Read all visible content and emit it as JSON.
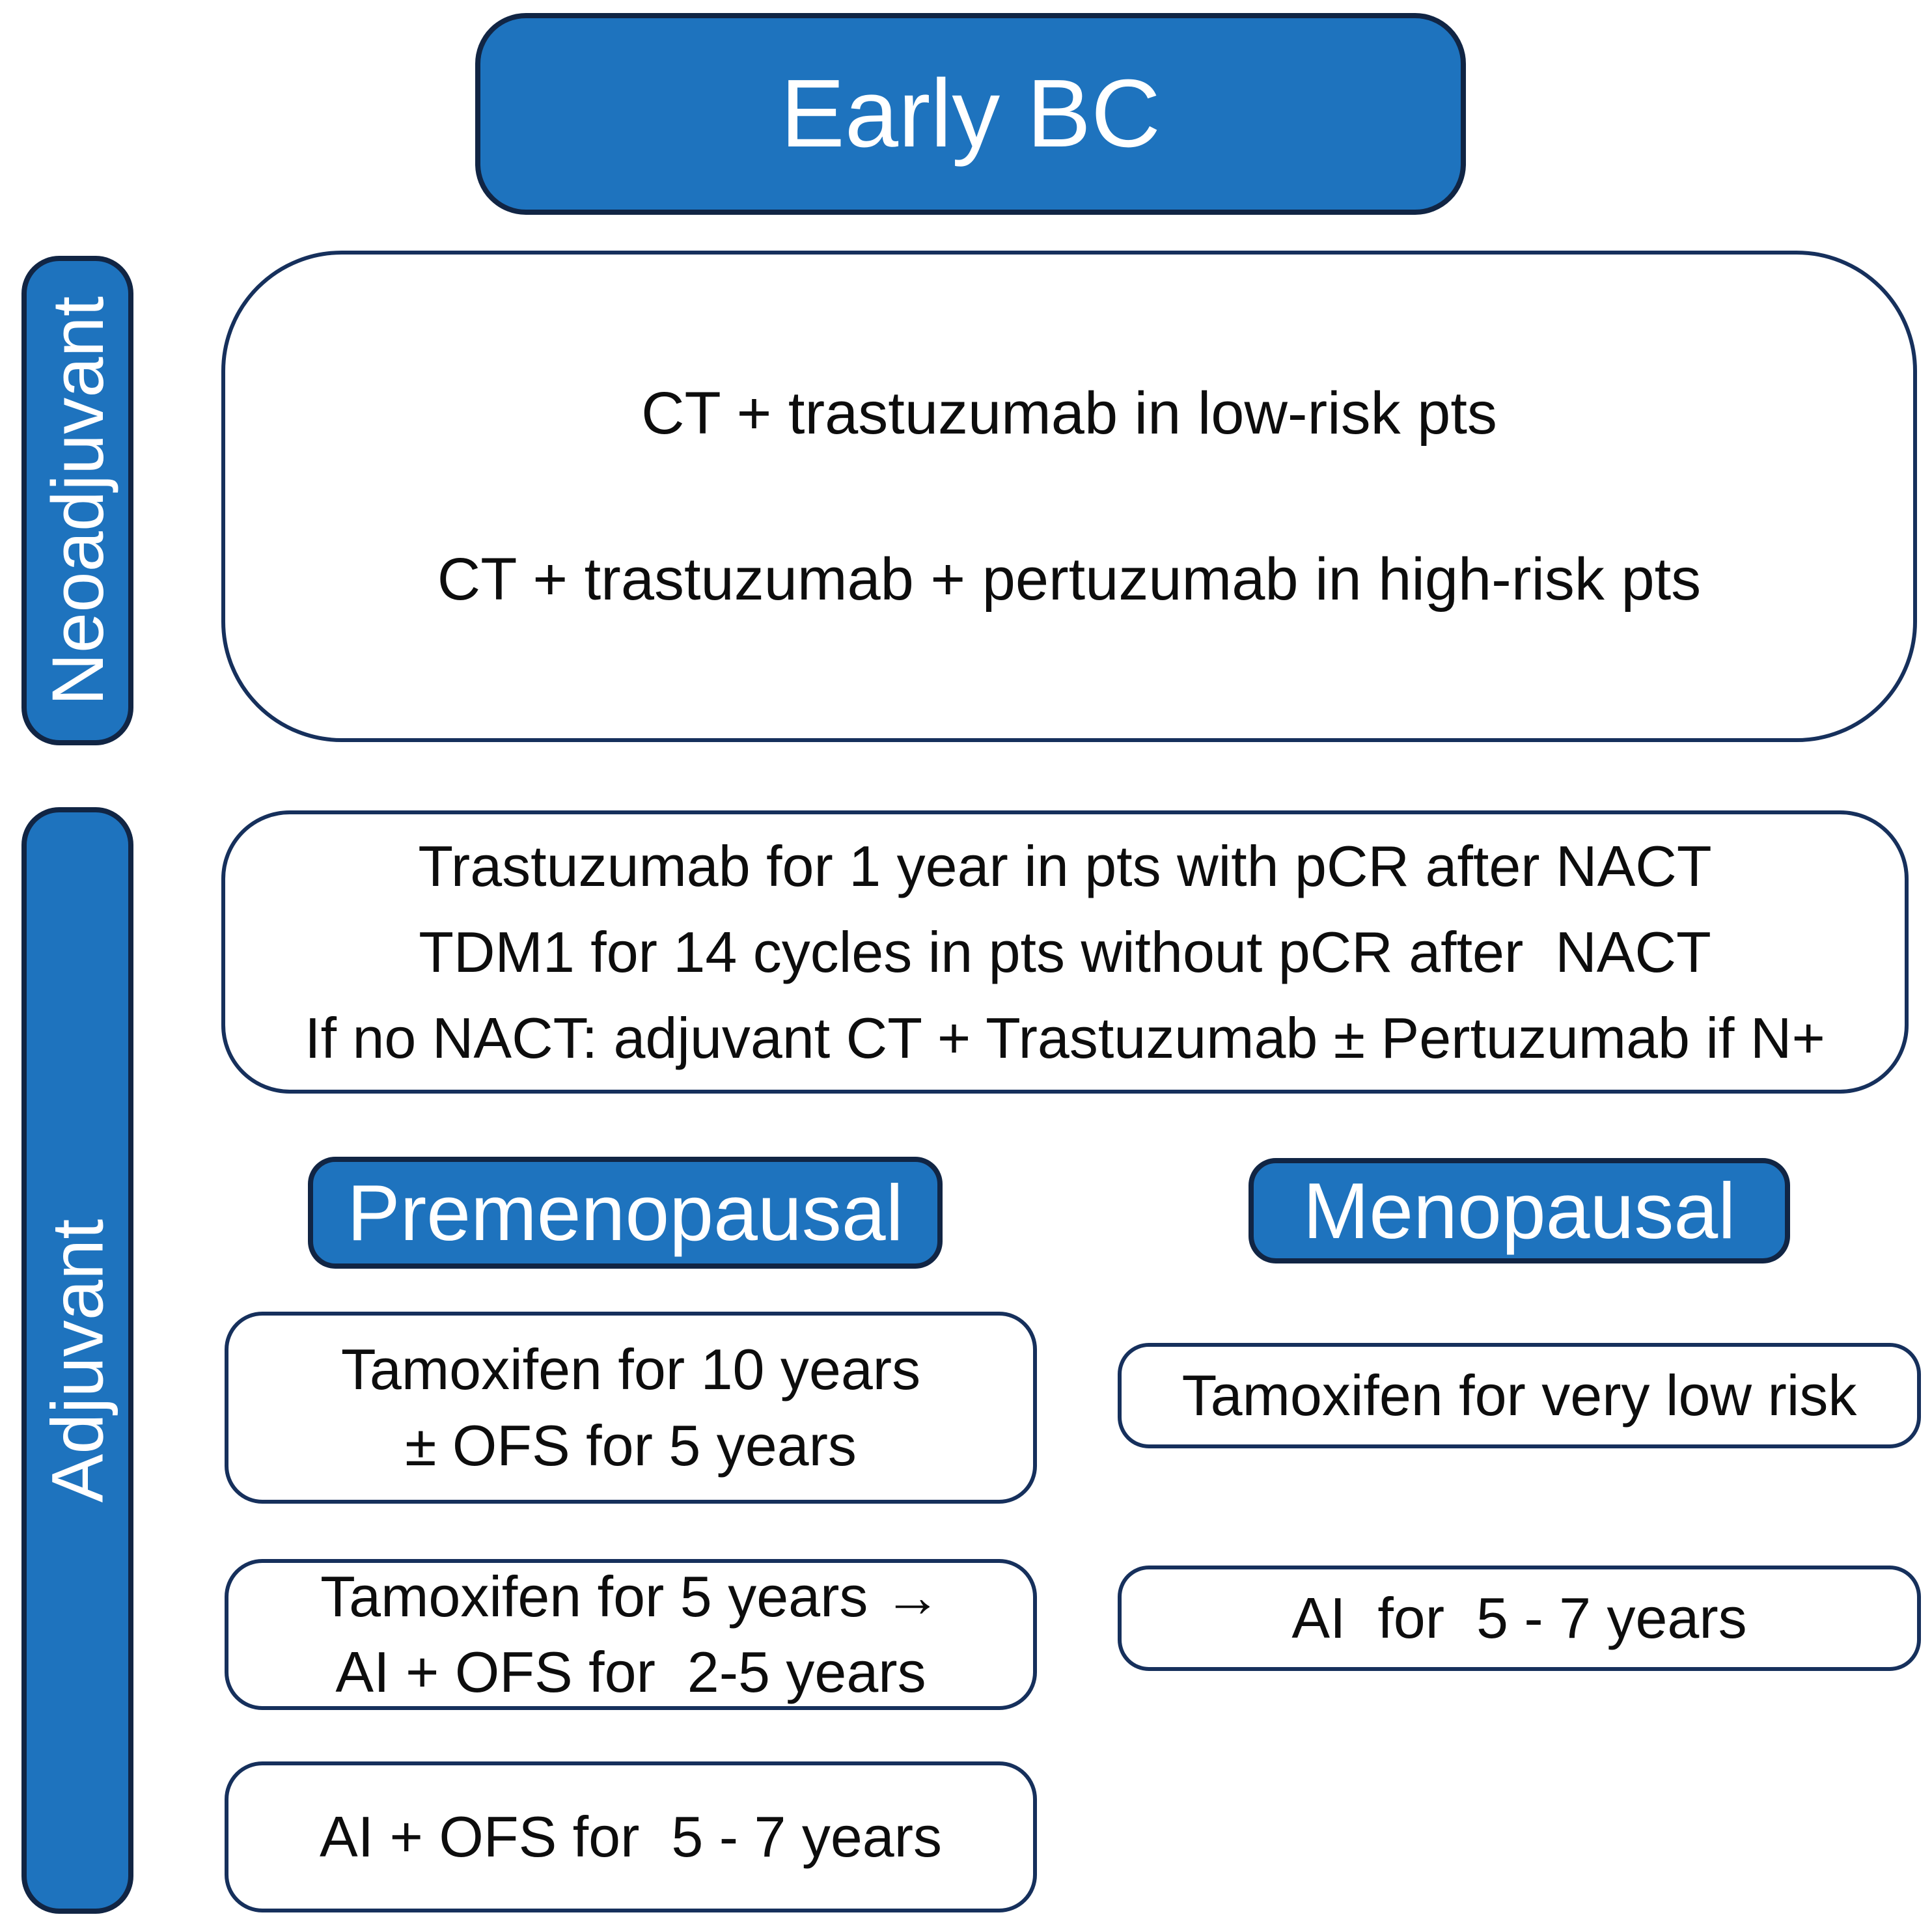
{
  "colors": {
    "accent_blue": "#1E73BE",
    "border_navy": "#16305C",
    "text_dark": "#0d0d0d",
    "text_white": "#ffffff"
  },
  "header": {
    "title": "Early BC"
  },
  "sections": {
    "neoadjuvant": {
      "label": "Neoadjuvant",
      "lines": [
        "CT + trastuzumab in low-risk pts",
        "CT + trastuzumab + pertuzumab in high-risk pts"
      ]
    },
    "adjuvant": {
      "label": "Adjuvant",
      "systemic_lines": [
        "Trastuzumab for 1 year in pts with pCR after NACT",
        "TDM1 for 14 cycles in pts without pCR after  NACT",
        "If no NACT: adjuvant CT + Trastuzumab ± Pertuzumab if N+"
      ],
      "premenopausal": {
        "header": "Premenopausal",
        "boxes": [
          {
            "lines": [
              "Tamoxifen for 10 years",
              "± OFS for 5 years"
            ]
          },
          {
            "lines": [
              "Tamoxifen for 5 years →",
              "AI + OFS for  2-5 years"
            ]
          },
          {
            "lines": [
              "AI + OFS for  5 - 7 years"
            ]
          }
        ]
      },
      "menopausal": {
        "header": "Menopausal",
        "boxes": [
          {
            "lines": [
              "Tamoxifen for very low risk"
            ]
          },
          {
            "lines": [
              "AI  for  5 - 7 years"
            ]
          }
        ]
      }
    }
  }
}
